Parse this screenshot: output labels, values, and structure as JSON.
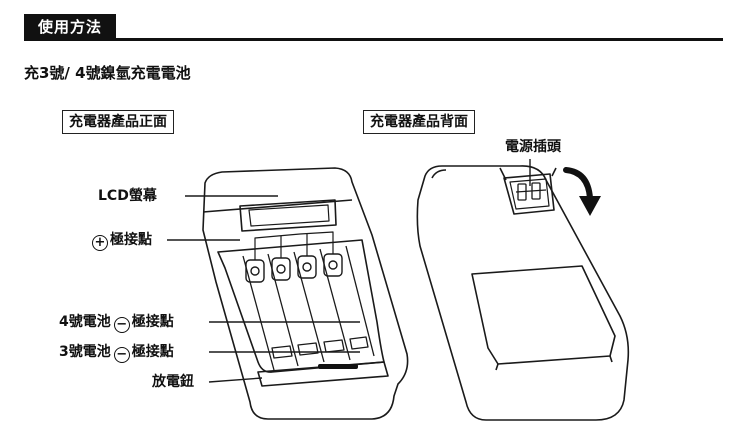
{
  "header": {
    "section_title": "使用方法"
  },
  "subtitle": "充3號/ 4號鎳氫充電電池",
  "front": {
    "caption": "充電器產品正面",
    "labels": {
      "lcd": "LCD螢幕",
      "positive_symbol": "+",
      "positive_contact": "極接點",
      "aaa_prefix": "4號電池",
      "aaa_symbol": "−",
      "aaa_negative": "極接點",
      "aa_prefix": "3號電池",
      "aa_symbol": "−",
      "aa_negative": "極接點",
      "discharge": "放電鈕"
    }
  },
  "back": {
    "caption": "充電器產品背面",
    "plug_label": "電源插頭"
  }
}
